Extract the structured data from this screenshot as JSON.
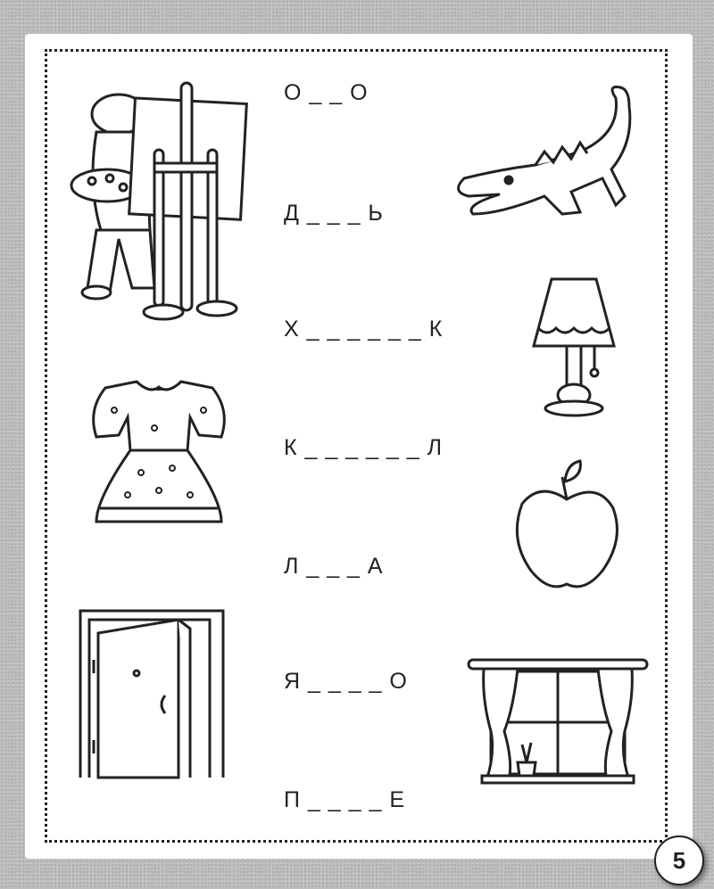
{
  "words": [
    {
      "text": "О _ _ О",
      "picture": "window"
    },
    {
      "text": "Д _ _ _ Ь",
      "picture": "door"
    },
    {
      "text": "Х _ _ _ _ _ _ К",
      "picture": "painter"
    },
    {
      "text": "К _ _ _ _ _ _ Л",
      "picture": "crocodile"
    },
    {
      "text": "Л _ _ _ А",
      "picture": "lamp"
    },
    {
      "text": "Я _ _ _ _ О",
      "picture": "apple"
    },
    {
      "text": "П _ _ _ _ Е",
      "picture": "dress"
    }
  ],
  "page_number": "5"
}
